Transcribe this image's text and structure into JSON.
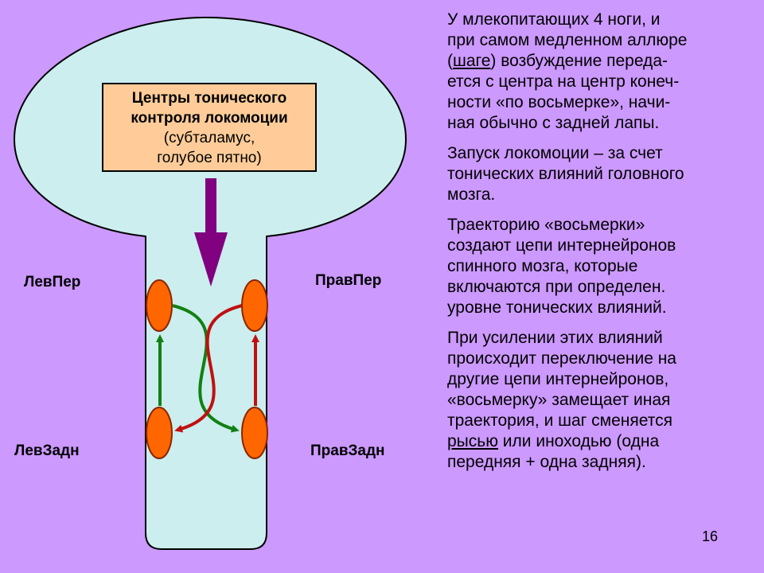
{
  "center_box": {
    "line1": "Центры тонического",
    "line2": "контроля локомоции",
    "line3": "(субталамус,",
    "line4": "голубое  пятно)"
  },
  "labels": {
    "left_front": "ЛевПер",
    "right_front": "ПравПер",
    "left_hind": "ЛевЗадн",
    "right_hind": "ПравЗадн"
  },
  "paragraphs": {
    "p1": {
      "line1": "У млекопитающих 4 ноги, и",
      "line2": "при самом медленном аллюре",
      "line3_pre": "(",
      "line3_link": "шаге",
      "line3_post": ") возбуждение переда-",
      "line4": "ется с центра на центр конеч-",
      "line5": "ности «по восьмерке», начи-",
      "line6": "ная обычно с задней лапы."
    },
    "p2": {
      "line1": "Запуск локомоции – за счет",
      "line2": "тонических влияний головного",
      "line3": "мозга."
    },
    "p3": {
      "line1": "Траекторию «восьмерки»",
      "line2": "создают цепи интернейронов",
      "line3": "спинного мозга, которые",
      "line4": "включаются при определен.",
      "line5": "уровне тонических влияний."
    },
    "p4": {
      "line1": "При усилении этих влияний",
      "line2": "происходит переключение на",
      "line3": "другие цепи интернейронов,",
      "line4": "«восьмерку» замещает иная",
      "line5": "траектория, и шаг сменяется",
      "line6_link": "рысью",
      "line6_post": " или иноходью (одна",
      "line7": "передняя + одна задняя)."
    }
  },
  "slide_number": "16",
  "colors": {
    "background": "#cc99ff",
    "brain_fill": "#cceeee",
    "box_fill": "#ffcc99",
    "arrow_purple": "#800080",
    "node_orange": "#ff6600",
    "node_outline": "#8b2500",
    "arrow_green": "#128012",
    "arrow_red": "#c01010"
  }
}
